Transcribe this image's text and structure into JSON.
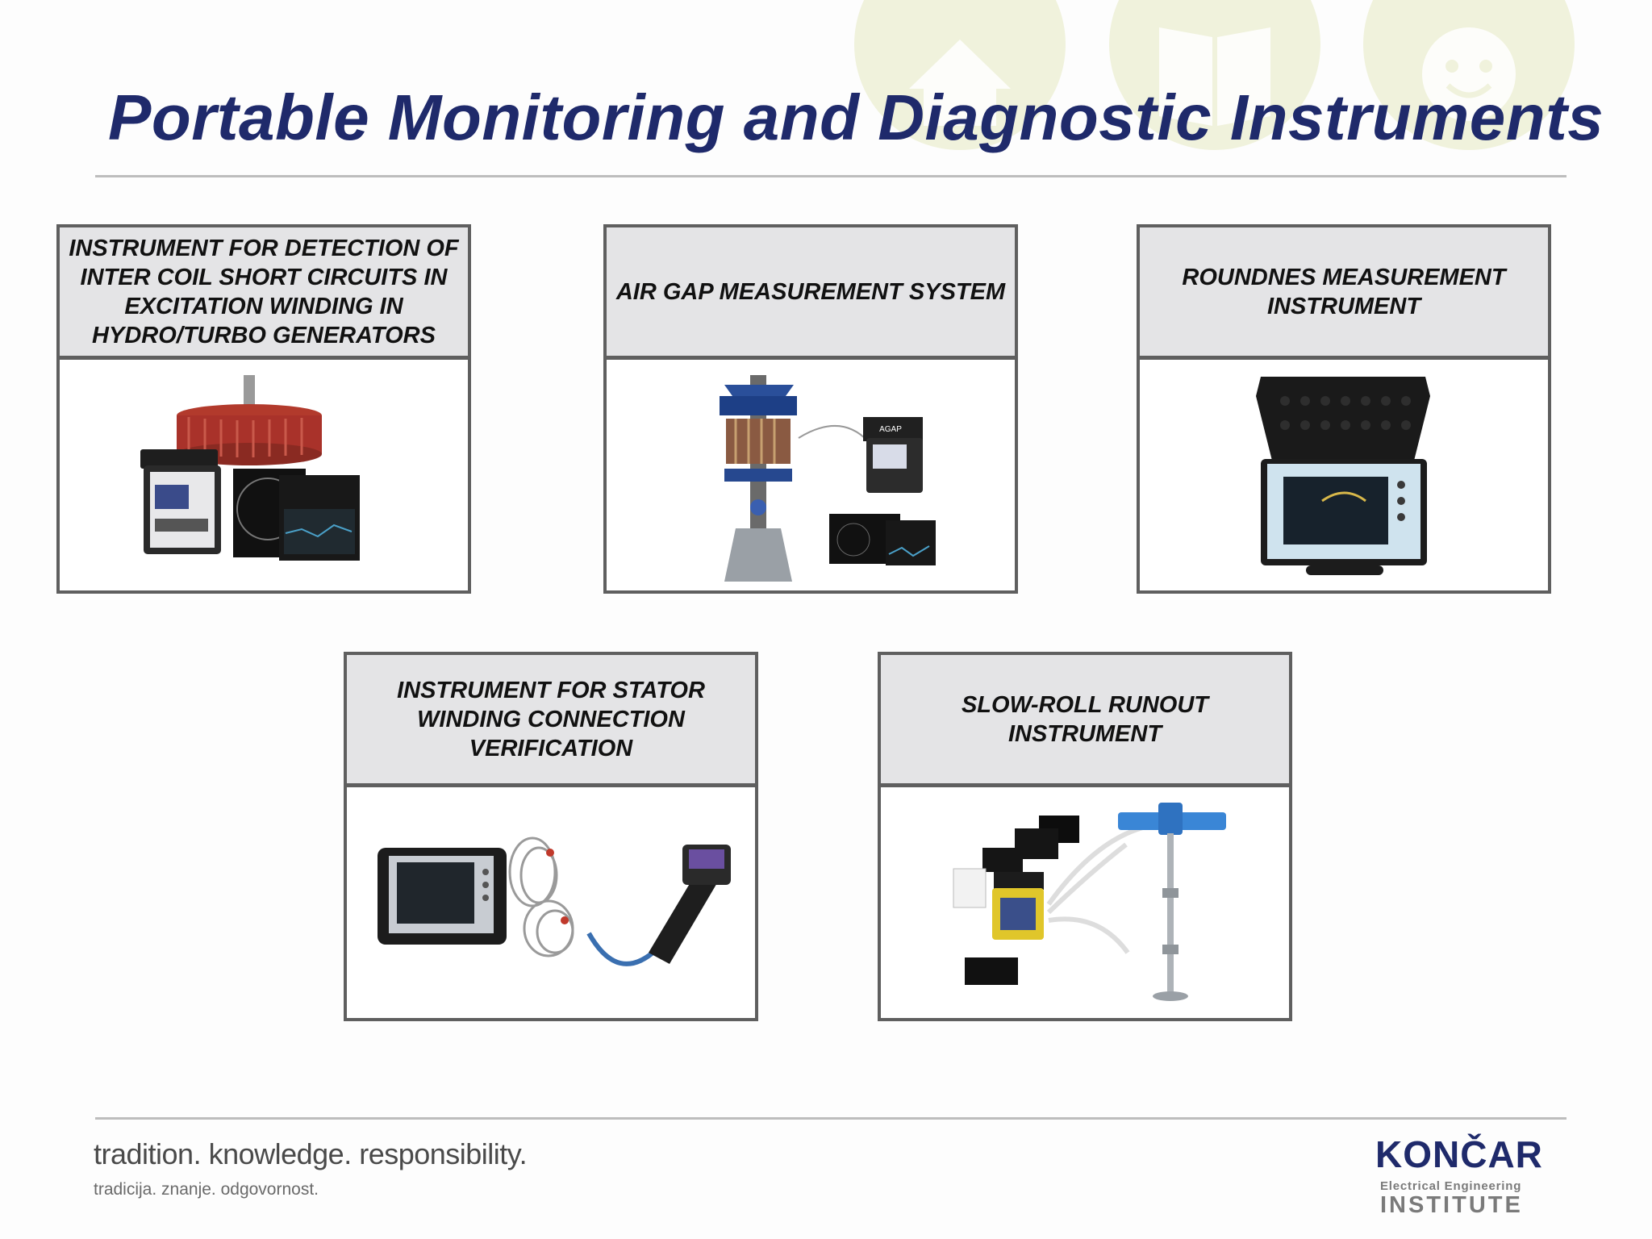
{
  "slide": {
    "title": "Portable Monitoring and Diagnostic Instruments",
    "background_icons": [
      "home-icon",
      "book-icon",
      "smiley-face-icon"
    ]
  },
  "cards": [
    {
      "heading": "INSTRUMENT FOR DETECTION OF INTER COIL SHORT CIRCUITS IN EXCITATION WINDING IN HYDRO/TURBO GENERATORS",
      "image": "rotor-with-instrument-case-and-screens"
    },
    {
      "heading": "AIR GAP MEASUREMENT SYSTEM",
      "image": "generator-assembly-with-agap-case",
      "case_label": "AGAP"
    },
    {
      "heading": "ROUNDNES MEASUREMENT INSTRUMENT",
      "image": "rugged-case-with-display"
    },
    {
      "heading": "INSTRUMENT FOR STATOR WINDING CONNECTION VERIFICATION",
      "image": "tablet-with-cables-and-probe"
    },
    {
      "heading": "SLOW-ROLL RUNOUT INSTRUMENT",
      "image": "shaft-fixture-with-yellow-case"
    }
  ],
  "footer": {
    "slogan": "tradition. knowledge. responsibility.",
    "slogan_local": "tradicija. znanje. odgovornost.",
    "logo_name": "KONČAR",
    "logo_line1": "Electrical Engineering",
    "logo_line2": "INSTITUTE"
  },
  "colors": {
    "title": "#1f2a6b",
    "card_border": "#5f5f5f",
    "card_header": "#e4e4e6",
    "bg_icons": "#f0f2dc"
  }
}
